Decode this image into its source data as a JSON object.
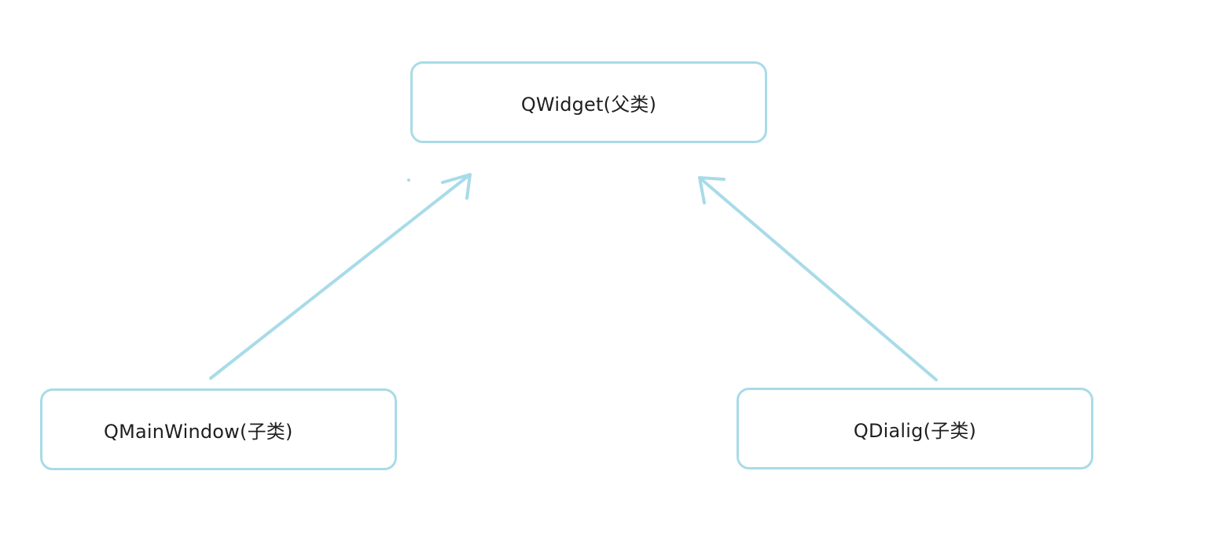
{
  "diagram": {
    "type": "inheritance",
    "accent_color": "#a8dbe8",
    "nodes": {
      "parent": {
        "label": "QWidget(父类)"
      },
      "child_left": {
        "label": "QMainWindow(子类)"
      },
      "child_right": {
        "label": "QDialig(子类)"
      }
    },
    "edges": [
      {
        "from": "QMainWindow(子类)",
        "to": "QWidget(父类)",
        "arrow": "open"
      },
      {
        "from": "QDialig(子类)",
        "to": "QWidget(父类)",
        "arrow": "open"
      }
    ]
  }
}
